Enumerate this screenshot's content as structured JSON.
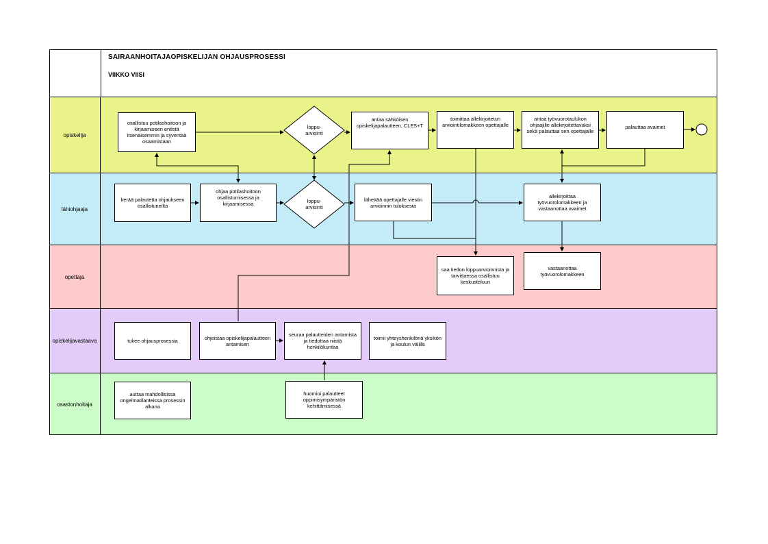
{
  "title": "SAIRAANHOITAJAOPISKELIJAN OHJAUSPROSESSI",
  "subtitle": "VIIKKO VIISI",
  "lanes": {
    "opiskelija": "opiskelija",
    "lahiohjaaja": "lähiohjaaja",
    "opettaja": "opettaja",
    "opiskelijavastaava": "opiskelijavastaava",
    "osastonhoitaja": "osastonhoitaja"
  },
  "lane_colors": {
    "opiskelija": "#eaf28a",
    "lahiohjaaja": "#c4ecf8",
    "opettaja": "#fccacb",
    "opiskelijavastaava": "#e4ccf8",
    "osastonhoitaja": "#ccfcc8"
  },
  "nodes": {
    "osallistuu": "osallistuu potilashoitoon ja kirjaamiseen entistä itsenäisemmin ja syventää osaamistaan",
    "loppu_opiskelija": "loppu-\narviointi",
    "antaa_sahkoisen": "antaa sähköisen opiskelijapalautteen, CLES+T",
    "toimittaa": "toimittaa allekirjoitetun arviointilomakkeen opettajalle",
    "antaa_tyovuoro": "antaa työvuorotaulukon ohjaajille allekirjoitettavaksi sekä palauttaa sen opettajalle",
    "palauttaa": "palauttaa avaimet",
    "keraa": "kerää palautetta ohjaukseen osallistuneilta",
    "ohjaa": "ohjaa potilashoitoon osallistumisessa ja kirjaamisessa",
    "loppu_lahiohjaaja": "loppu-\narviointi",
    "lahettaa": "lähettää opettajalle viestin arvioinnin tuloksesta",
    "allekirjoittaa": "allekirjoittaa työvuorolomakkeen ja vastaanottaa avaimet",
    "saa_tiedon": "saa tiedon loppuarvioinnista ja tarvittaessa osallistuu keskusteluun",
    "vastaanottaa": "vastaanottaa työvuorolomakkeen",
    "tukee": "tukee ohjausprosessia",
    "ohjeistaa": "ohjeistaa opiskelijapalautteen antamisen",
    "seuraa": "seuraa palautteiden antamista ja tiedottaa niistä henkilökuntaa",
    "toimii": "toimii yhteyshenkilönä yksikön ja koulun välillä",
    "auttaa": "auttaa mahdollisissa ongelmatilanteissa prosessin alkana",
    "huomioi": "huomioi palautteet oppimisympäristön kehittämisessä"
  }
}
